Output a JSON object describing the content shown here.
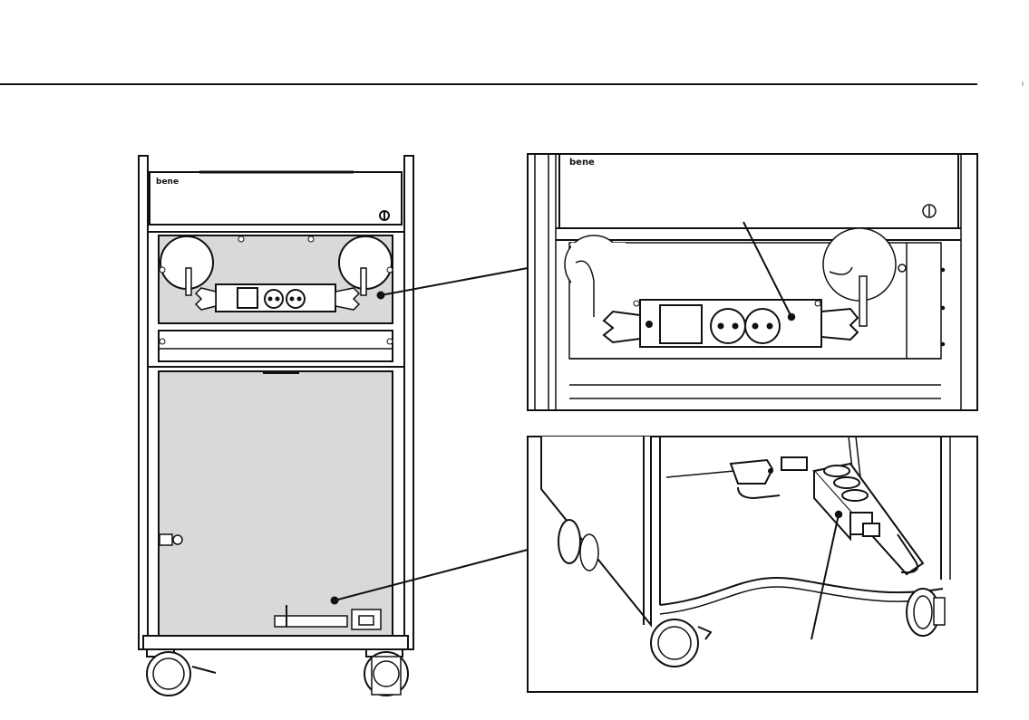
{
  "brand": {
    "logo_text": "bene"
  },
  "figure": {
    "main_view": "cabinet-front",
    "detail_views": [
      "power-strip-closeup",
      "cable-management-closeup"
    ]
  },
  "colors": {
    "line": "#111111",
    "panel_fill": "#d9d9d9",
    "background": "#ffffff"
  }
}
